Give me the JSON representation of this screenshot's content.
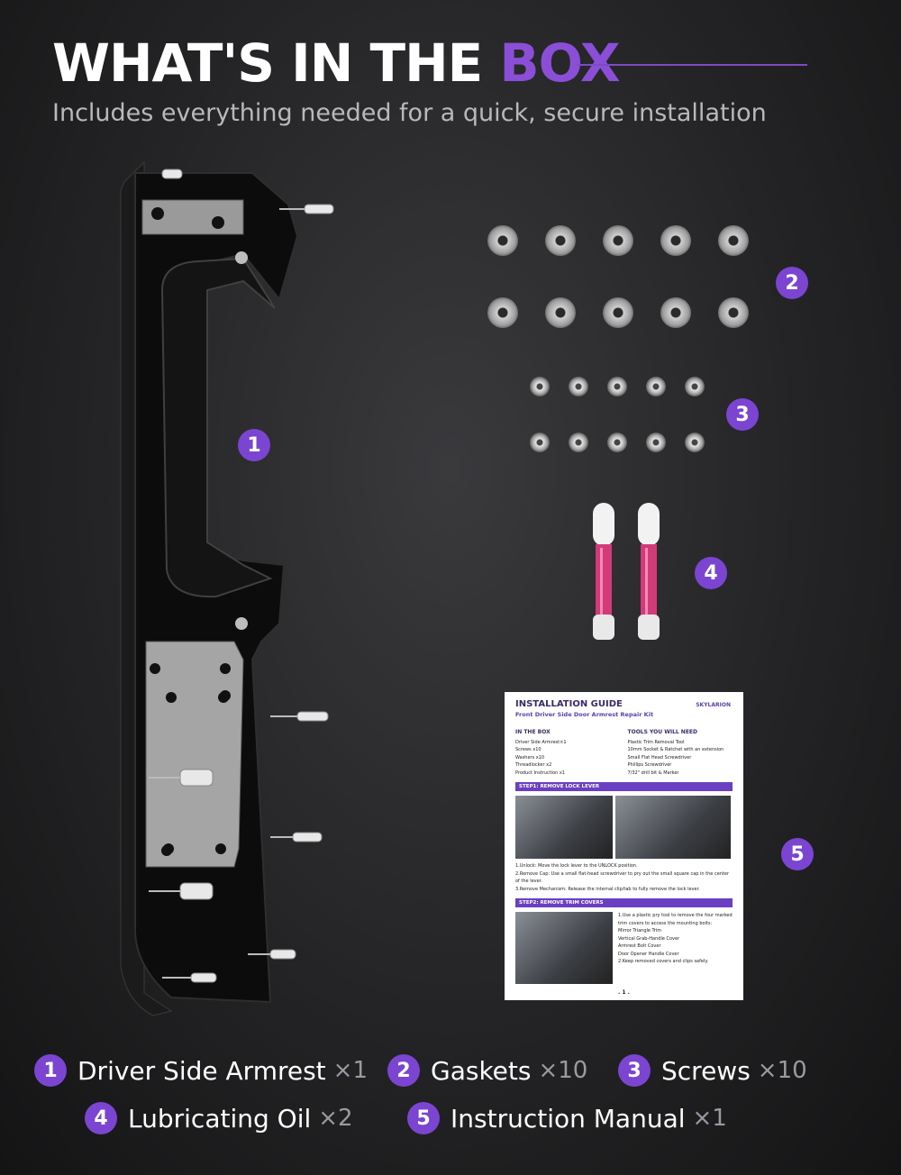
{
  "header": {
    "title_main": "WHAT'S IN THE ",
    "title_accent": "BOX",
    "subtitle": "Includes everything needed for a quick, secure installation"
  },
  "colors": {
    "accent": "#7b45d1",
    "background": "#242426",
    "text": "#ffffff",
    "muted": "#9a9aa0"
  },
  "callouts": [
    "1",
    "2",
    "3",
    "4",
    "5"
  ],
  "manual": {
    "title": "INSTALLATION GUIDE",
    "subtitle": "Front Driver Side Door Armrest Repair Kit",
    "brand": "SKYLARION",
    "box_heading": "IN THE BOX",
    "box_items": [
      "Driver Side Armrest×1",
      "Screws x10",
      "Washers x10",
      "Threadlocker x2",
      "Product Instruction x1"
    ],
    "tools_heading": "TOOLS YOU WILL NEED",
    "tools_items": [
      "Plastic Trim Removal Tool",
      "10mm Socket & Ratchet with an extension",
      "Small Flat Head Screwdriver",
      "Phillips Screwdriver",
      "7/32\" drill bit & Marker"
    ],
    "step1": "STEP1: REMOVE LOCK LEVER",
    "step1_text_1": "1.Unlock: Move the lock lever to the UNLOCK position.",
    "step1_text_2": "2.Remove Cap: Use a small flat-head screwdriver to pry out the small square cap in the center of the lever.",
    "step1_text_3": "3.Remove Mechanism: Release the internal clip/tab to fully remove the lock lever.",
    "step2": "STEP2: REMOVE TRIM COVERS",
    "step2_text": "1.Use a plastic pry tool to remove the four marked trim covers to access the mounting bolts:",
    "step2_items": [
      "Mirror Triangle Trim",
      "Vertical Grab-Handle Cover",
      "Armrest Bolt Cover",
      "Door Opener Handle Cover"
    ],
    "step2_text_2": "2.Keep removed covers and clips safely.",
    "page": ". 1 ."
  },
  "items": [
    {
      "num": "1",
      "label": "Driver Side Armrest",
      "qty": "×1"
    },
    {
      "num": "2",
      "label": "Gaskets",
      "qty": "×10"
    },
    {
      "num": "3",
      "label": "Screws",
      "qty": "×10"
    },
    {
      "num": "4",
      "label": "Lubricating Oil",
      "qty": "×2"
    },
    {
      "num": "5",
      "label": "Instruction Manual",
      "qty": "×1"
    }
  ]
}
